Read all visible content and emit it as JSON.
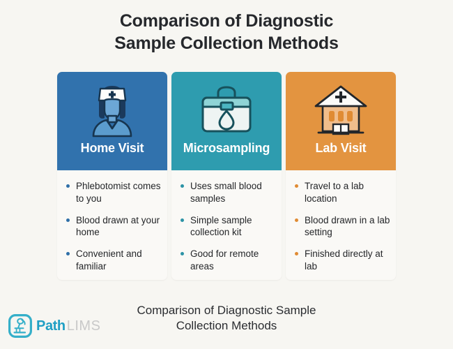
{
  "title": {
    "line1": "Comparison of Diagnostic",
    "line2": "Sample Collection Methods"
  },
  "colors": {
    "background": "#f7f6f2",
    "card_body": "#faf9f6",
    "home_visit": "#3172ad",
    "microsampling": "#2e9caf",
    "lab_visit": "#e39440",
    "text": "#242629",
    "brand_teal": "#1f9fc4",
    "brand_gray": "#c9c9c9"
  },
  "cards": [
    {
      "id": "home-visit",
      "label": "Home Visit",
      "icon": "nurse-icon",
      "header_color": "#3172ad",
      "bullet_color": "#2f6fa8",
      "bullets": [
        "Phlebotomist comes to you",
        "Blood drawn at your home",
        "Convenient and familiar"
      ]
    },
    {
      "id": "microsampling",
      "label": "Microsampling",
      "icon": "medical-kit-icon",
      "header_color": "#2e9caf",
      "bullet_color": "#2c93a6",
      "bullets": [
        "Uses small blood samples",
        "Simple sample collection kit",
        "Good for remote areas"
      ]
    },
    {
      "id": "lab-visit",
      "label": "Lab Visit",
      "icon": "clinic-building-icon",
      "header_color": "#e39440",
      "bullet_color": "#e08b33",
      "bullets": [
        "Travel to a lab location",
        "Blood drawn in a lab setting",
        "Finished directly at lab"
      ]
    }
  ],
  "footer": {
    "caption_line1": "Comparison of Diagnostic Sample",
    "caption_line2": "Collection Methods",
    "brand_primary": "Path",
    "brand_secondary": "LIMS",
    "brand_icon": "microscope-logo-icon"
  }
}
